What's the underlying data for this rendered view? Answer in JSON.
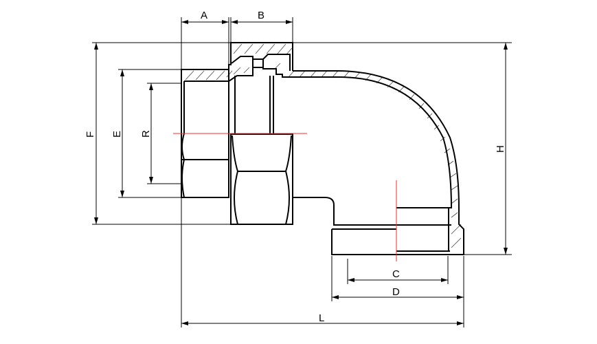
{
  "dimensions": {
    "a": "A",
    "b": "B",
    "c": "C",
    "d": "D",
    "e": "E",
    "f": "F",
    "h": "H",
    "l": "L",
    "r": "R"
  },
  "colors": {
    "outline": "#000000",
    "centerline": "#ff2a2a"
  }
}
